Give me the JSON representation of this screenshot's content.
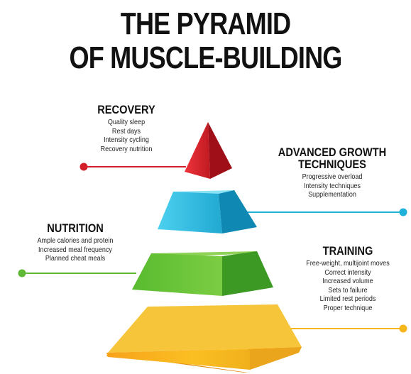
{
  "title": {
    "line1": "THE PYRAMID",
    "line2": "OF MUSCLE-BUILDING"
  },
  "tiers": {
    "recovery": {
      "heading": "RECOVERY",
      "items": [
        "Quality sleep",
        "Rest days",
        "Intensity cycling",
        "Recovery nutrition"
      ],
      "color": "#d21f2a"
    },
    "advanced": {
      "heading_line1": "ADVANCED GROWTH",
      "heading_line2": "TECHNIQUES",
      "items": [
        "Progressive overload",
        "Intensity techniques",
        "Supplementation"
      ],
      "color": "#1fb1d9"
    },
    "nutrition": {
      "heading": "NUTRITION",
      "items": [
        "Ample calories and protein",
        "Increased meal frequency",
        "Planned cheat meals"
      ],
      "color": "#5fb836"
    },
    "training": {
      "heading": "TRAINING",
      "items": [
        "Free-weight, multijoint moves",
        "Correct intensity",
        "Increased volume",
        "Sets to failure",
        "Limited rest periods",
        "Proper technique"
      ],
      "color": "#f5b51c"
    }
  }
}
